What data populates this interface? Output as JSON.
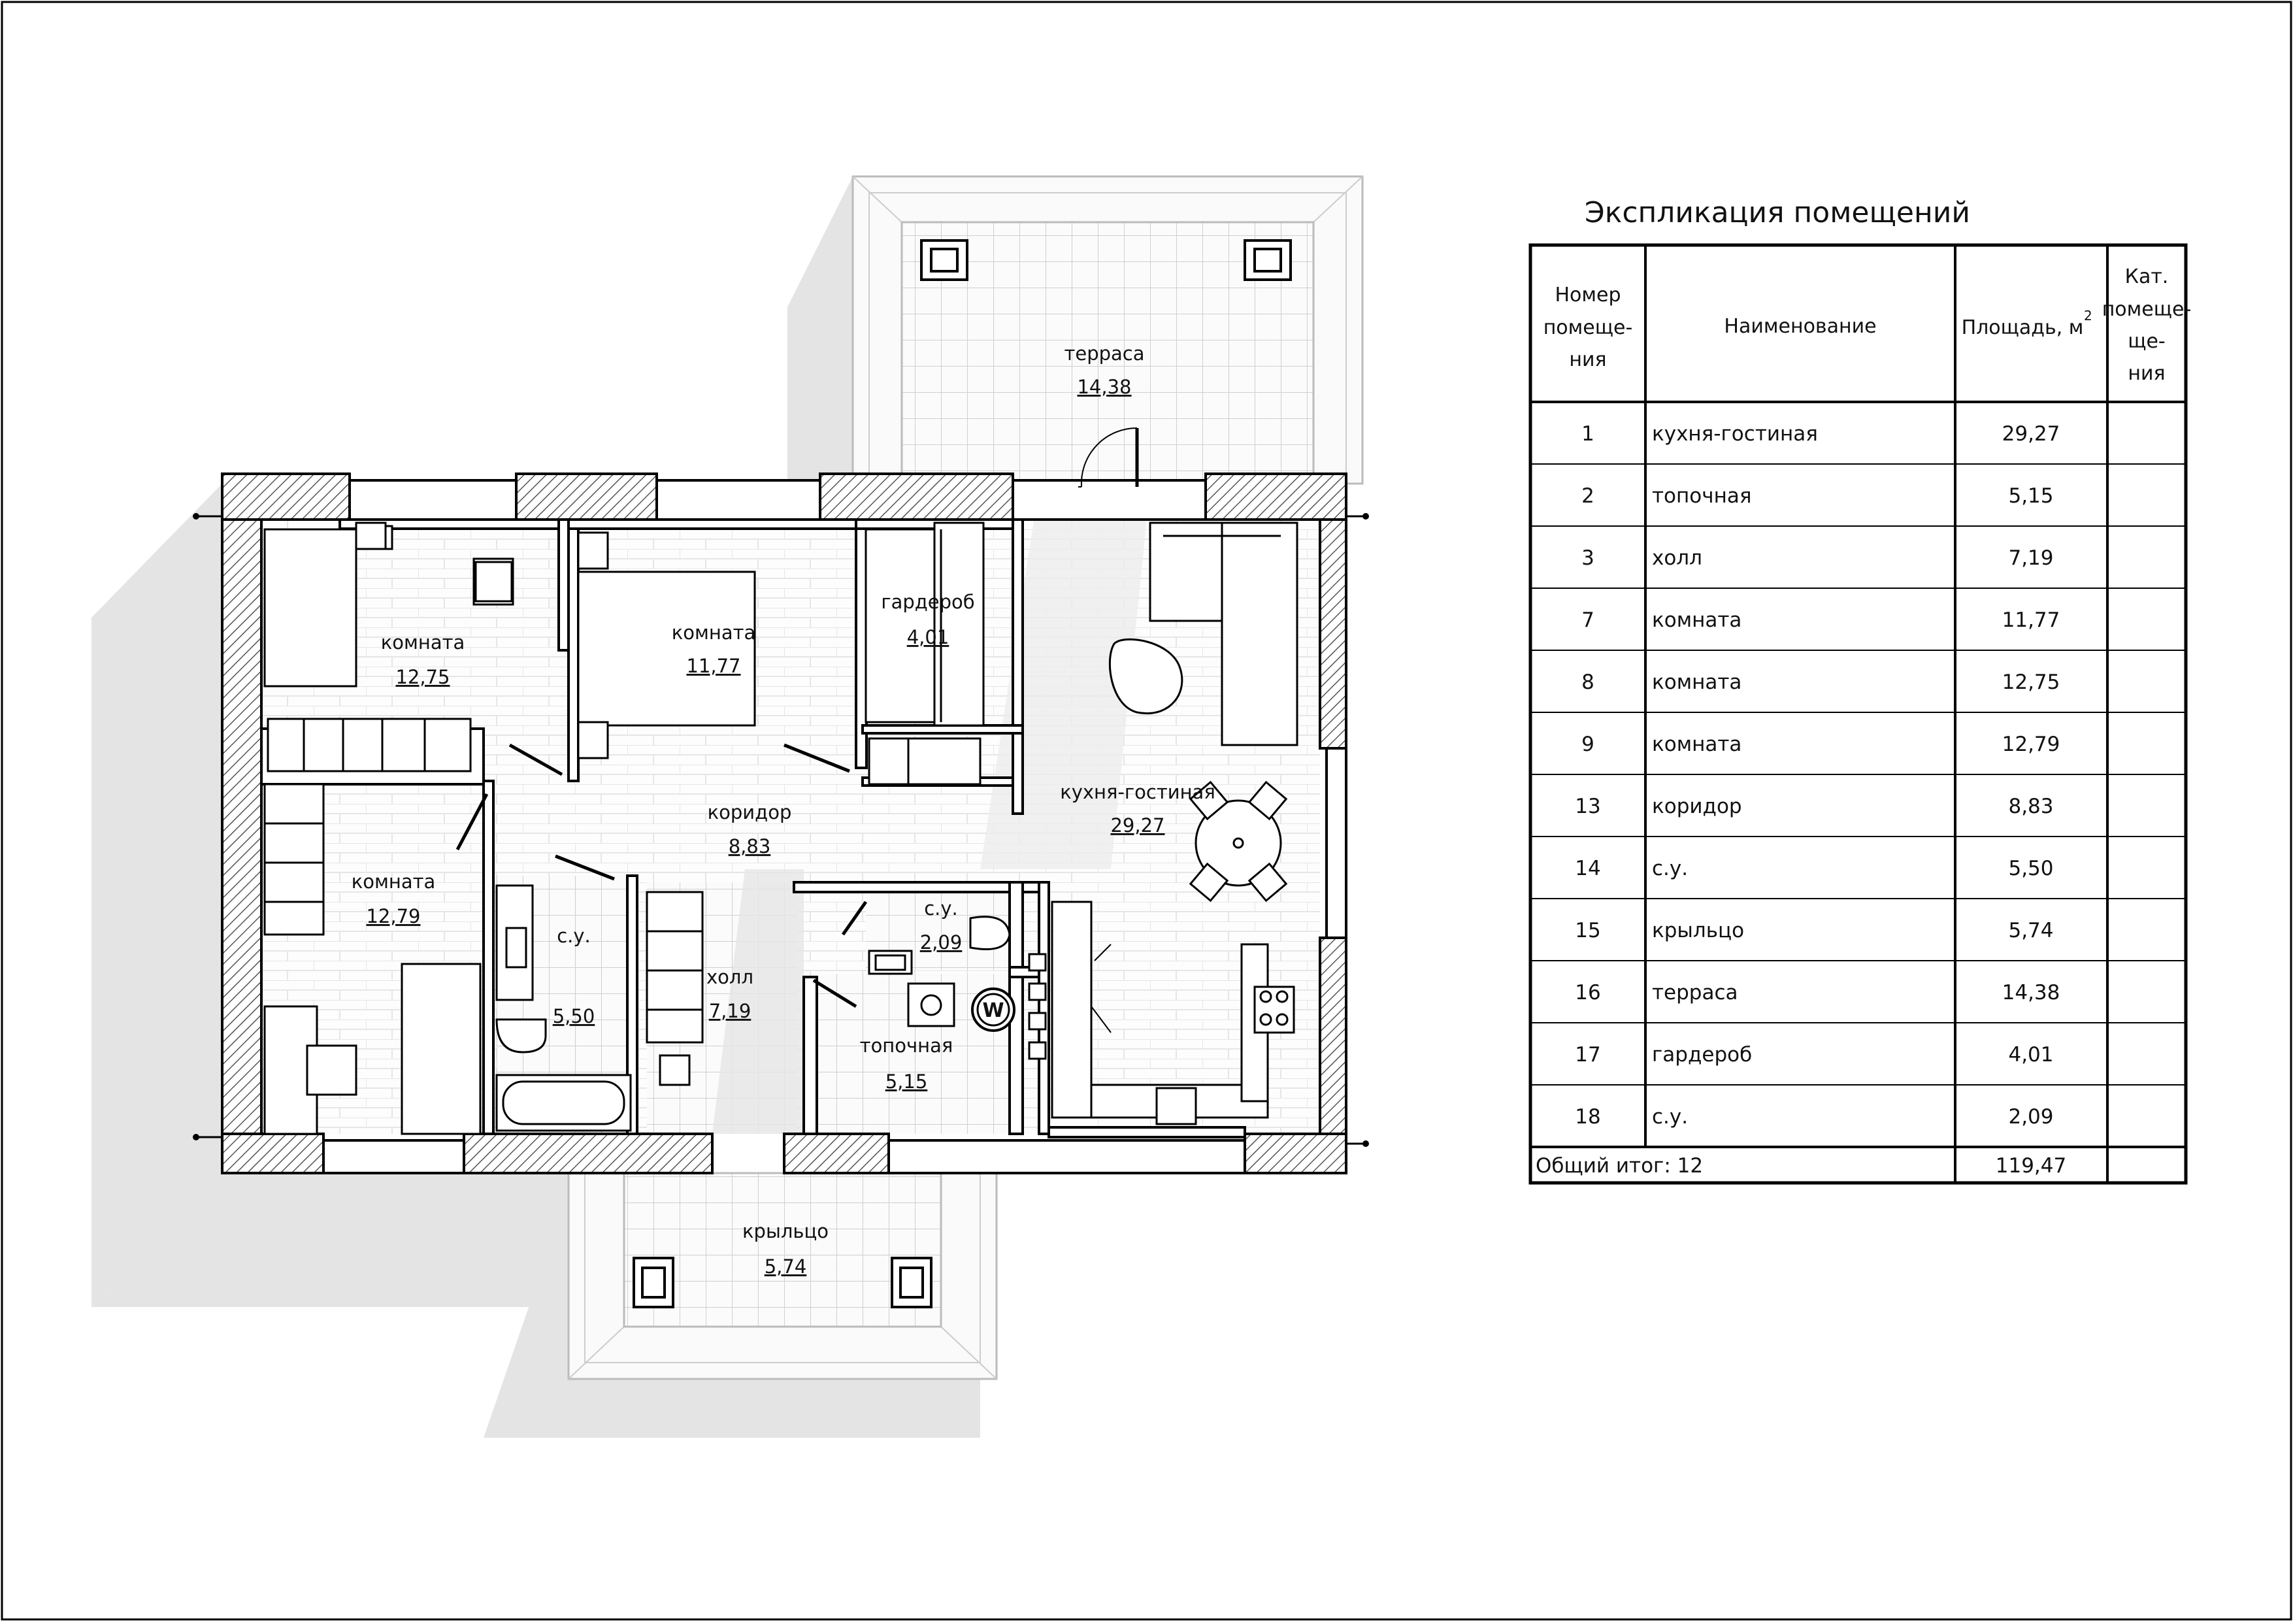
{
  "plan": {
    "rooms": [
      {
        "id": "terrace",
        "name": "терраса",
        "area": "14,38"
      },
      {
        "id": "room-top-left",
        "name": "комната",
        "area": "12,75"
      },
      {
        "id": "room-top-mid",
        "name": "комната",
        "area": "11,77"
      },
      {
        "id": "wardrobe",
        "name": "гардероб",
        "area": "4,01"
      },
      {
        "id": "kitchen-living",
        "name": "кухня-гостиная",
        "area": "29,27"
      },
      {
        "id": "corridor",
        "name": "коридор",
        "area": "8,83"
      },
      {
        "id": "room-bottom-left",
        "name": "комната",
        "area": "12,79"
      },
      {
        "id": "bath-large",
        "name": "с.у.",
        "area": "5,50"
      },
      {
        "id": "hall",
        "name": "холл",
        "area": "7,19"
      },
      {
        "id": "bath-small",
        "name": "с.у.",
        "area": "2,09"
      },
      {
        "id": "boiler",
        "name": "топочная",
        "area": "5,15"
      },
      {
        "id": "porch",
        "name": "крыльцо",
        "area": "5,74"
      }
    ],
    "boiler_symbol": "W"
  },
  "explication": {
    "title": "Экспликация помещений",
    "headers": {
      "number": [
        "Номер",
        "помеще-",
        "ния"
      ],
      "name": "Наименование",
      "area": "Площадь, м",
      "area_sup": "2",
      "category": [
        "Кат.",
        "помеще-",
        "ще-",
        "ния"
      ]
    },
    "rows": [
      {
        "num": "1",
        "name": "кухня-гостиная",
        "area": "29,27"
      },
      {
        "num": "2",
        "name": "топочная",
        "area": "5,15"
      },
      {
        "num": "3",
        "name": "холл",
        "area": "7,19"
      },
      {
        "num": "7",
        "name": "комната",
        "area": "11,77"
      },
      {
        "num": "8",
        "name": "комната",
        "area": "12,75"
      },
      {
        "num": "9",
        "name": "комната",
        "area": "12,79"
      },
      {
        "num": "13",
        "name": "коридор",
        "area": "8,83"
      },
      {
        "num": "14",
        "name": "с.у.",
        "area": "5,50"
      },
      {
        "num": "15",
        "name": "крыльцо",
        "area": "5,74"
      },
      {
        "num": "16",
        "name": "терраса",
        "area": "14,38"
      },
      {
        "num": "17",
        "name": "гардероб",
        "area": "4,01"
      },
      {
        "num": "18",
        "name": "с.у.",
        "area": "2,09"
      }
    ],
    "total": {
      "label": "Общий итог: 12",
      "area": "119,47"
    }
  }
}
